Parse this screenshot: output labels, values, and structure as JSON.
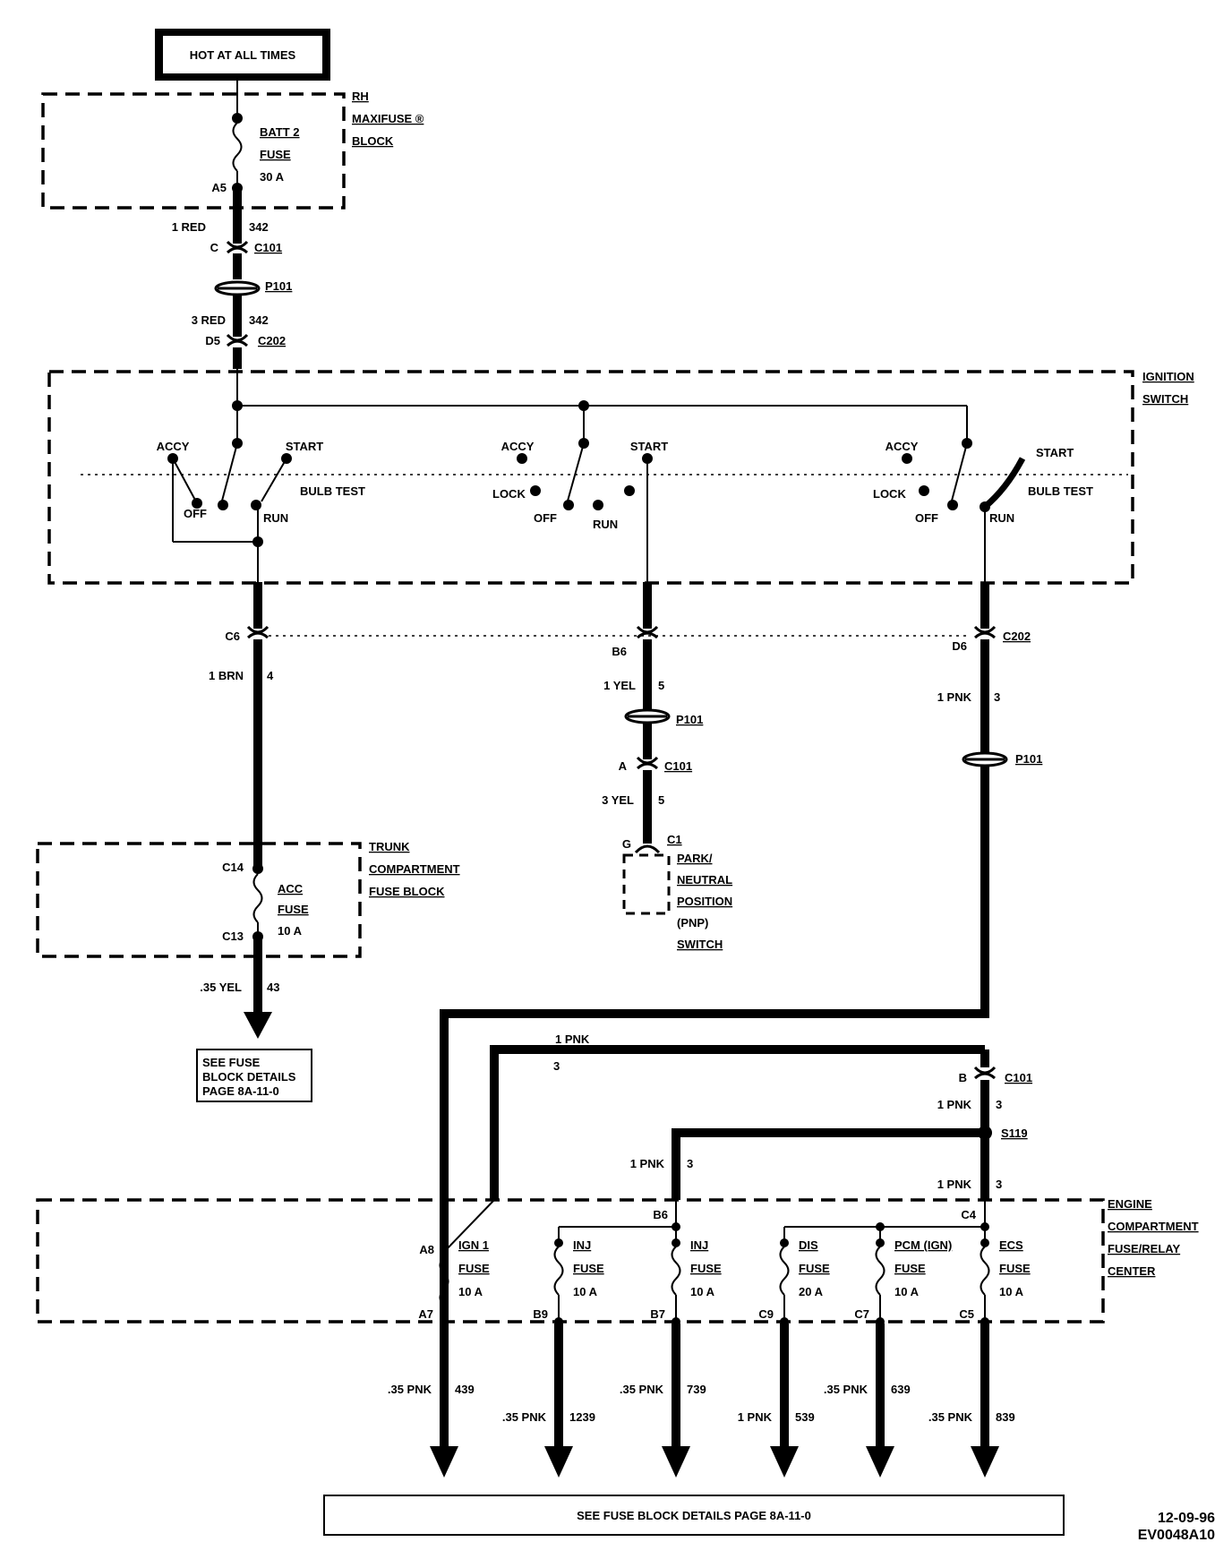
{
  "header": {
    "hot_label": "HOT AT ALL TIMES"
  },
  "maxifuse": {
    "title": [
      "RH",
      "MAXIFUSE ®",
      "BLOCK"
    ],
    "fuse": [
      "BATT 2",
      "FUSE",
      "30 A"
    ],
    "pin": "A5"
  },
  "feed": {
    "w1": {
      "gauge": "1 RED",
      "circuit": "342"
    },
    "c101": {
      "pin": "C",
      "name": "C101"
    },
    "p101": "P101",
    "w2": {
      "gauge": "3 RED",
      "circuit": "342"
    },
    "c202": {
      "pin": "D5",
      "name": "C202"
    }
  },
  "ignition": {
    "title": [
      "IGNITION",
      "SWITCH"
    ],
    "s1": {
      "accy": "ACCY",
      "start": "START",
      "off": "OFF",
      "run": "RUN",
      "bulb": "BULB TEST"
    },
    "s2": {
      "accy": "ACCY",
      "start": "START",
      "lock": "LOCK",
      "off": "OFF",
      "run": "RUN"
    },
    "s3": {
      "accy": "ACCY",
      "start": "START",
      "lock": "LOCK",
      "off": "OFF",
      "run": "RUN",
      "bulb": "BULB TEST"
    }
  },
  "left_branch": {
    "pin": "C6",
    "wire": {
      "gauge": "1 BRN",
      "circuit": "4"
    },
    "trunk_title": [
      "TRUNK",
      "COMPARTMENT",
      "FUSE BLOCK"
    ],
    "pin_in": "C14",
    "fuse": [
      "ACC",
      "FUSE",
      "10 A"
    ],
    "pin_out": "C13",
    "out_wire": {
      "gauge": ".35 YEL",
      "circuit": "43"
    },
    "see": [
      "SEE FUSE",
      "BLOCK DETAILS",
      "PAGE 8A-11-0"
    ]
  },
  "mid_branch": {
    "pin": "B6",
    "w1": {
      "gauge": "1 YEL",
      "circuit": "5"
    },
    "p101": "P101",
    "c101": {
      "pin": "A",
      "name": "C101"
    },
    "w2": {
      "gauge": "3 YEL",
      "circuit": "5"
    },
    "c1": {
      "pin": "G",
      "name": "C1"
    },
    "pnp": [
      "PARK/",
      "NEUTRAL",
      "POSITION",
      "(PNP)",
      "SWITCH"
    ]
  },
  "right_branch": {
    "pin": "D6",
    "c202": "C202",
    "w1": {
      "gauge": "1 PNK",
      "circuit": "3"
    },
    "p101": "P101"
  },
  "engine": {
    "top_wire": {
      "gauge": "1 PNK",
      "circuit": "3"
    },
    "c101": {
      "pin": "B",
      "name": "C101"
    },
    "w_after_c101": {
      "gauge": "1 PNK",
      "circuit": "3"
    },
    "splice": "S119",
    "w_b6": {
      "gauge": "1 PNK",
      "circuit": "3"
    },
    "w_c4": {
      "gauge": "1 PNK",
      "circuit": "3"
    },
    "pin_b6": "B6",
    "pin_c4": "C4",
    "pin_a8": "A8",
    "title": [
      "ENGINE",
      "COMPARTMENT",
      "FUSE/RELAY",
      "CENTER"
    ],
    "fuses": [
      {
        "l1": "IGN 1",
        "l2": "FUSE",
        "l3": "10 A",
        "pin": "A7",
        "gauge": ".35 PNK",
        "circuit": "439"
      },
      {
        "l1": "INJ",
        "l2": "FUSE",
        "l3": "10 A",
        "pin": "B9",
        "gauge": ".35 PNK",
        "circuit": "1239"
      },
      {
        "l1": "INJ",
        "l2": "FUSE",
        "l3": "10 A",
        "pin": "B7",
        "gauge": ".35 PNK",
        "circuit": "739"
      },
      {
        "l1": "DIS",
        "l2": "FUSE",
        "l3": "20 A",
        "pin": "C9",
        "gauge": "1 PNK",
        "circuit": "539"
      },
      {
        "l1": "PCM (IGN)",
        "l2": "FUSE",
        "l3": "10 A",
        "pin": "C7",
        "gauge": ".35 PNK",
        "circuit": "639"
      },
      {
        "l1": "ECS",
        "l2": "FUSE",
        "l3": "10 A",
        "pin": "C5",
        "gauge": ".35 PNK",
        "circuit": "839"
      }
    ]
  },
  "footer": {
    "see": "SEE FUSE BLOCK DETAILS PAGE 8A-11-0",
    "date": "12-09-96",
    "code": "EV0048A10"
  }
}
